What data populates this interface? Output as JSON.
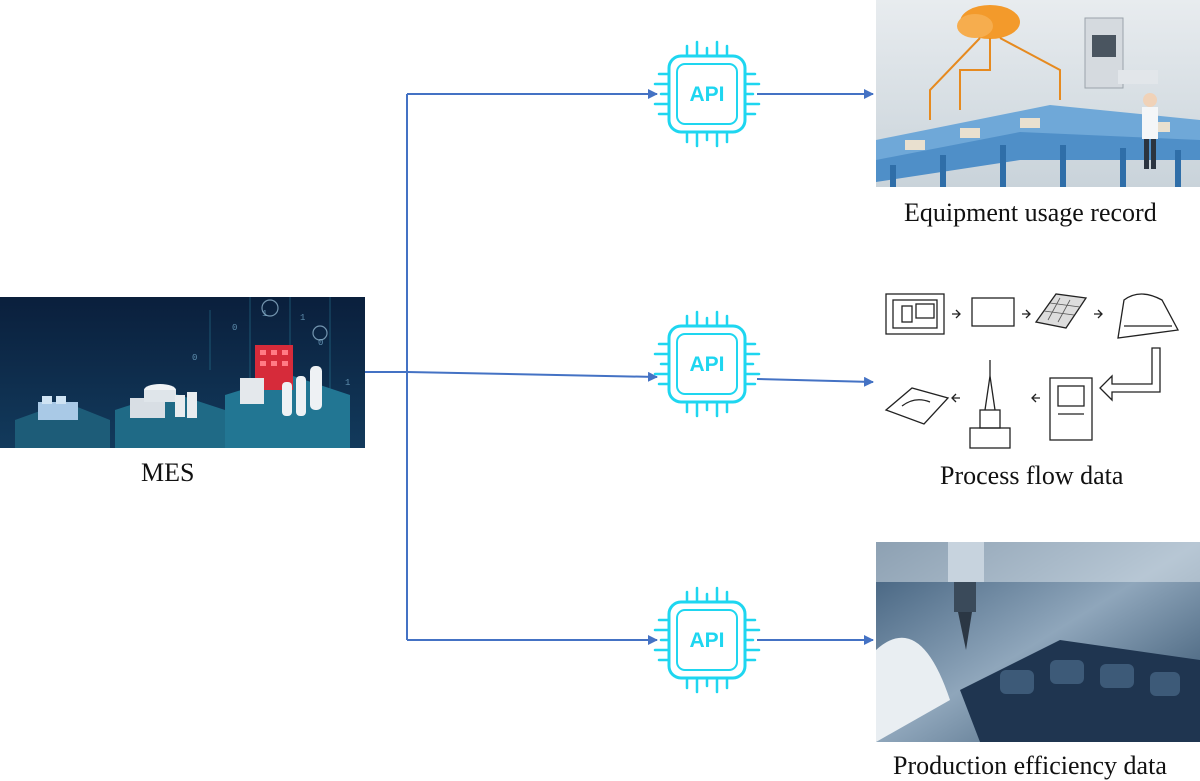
{
  "diagram": {
    "source": {
      "label": "MES"
    },
    "connector_label": "API",
    "targets": [
      {
        "id": "equipment",
        "label": "Equipment usage record"
      },
      {
        "id": "process",
        "label": "Process flow data"
      },
      {
        "id": "production",
        "label": "Production efficiency data"
      }
    ]
  },
  "colors": {
    "arrow": "#4472C4",
    "api_chip": "#1ED6F0"
  }
}
